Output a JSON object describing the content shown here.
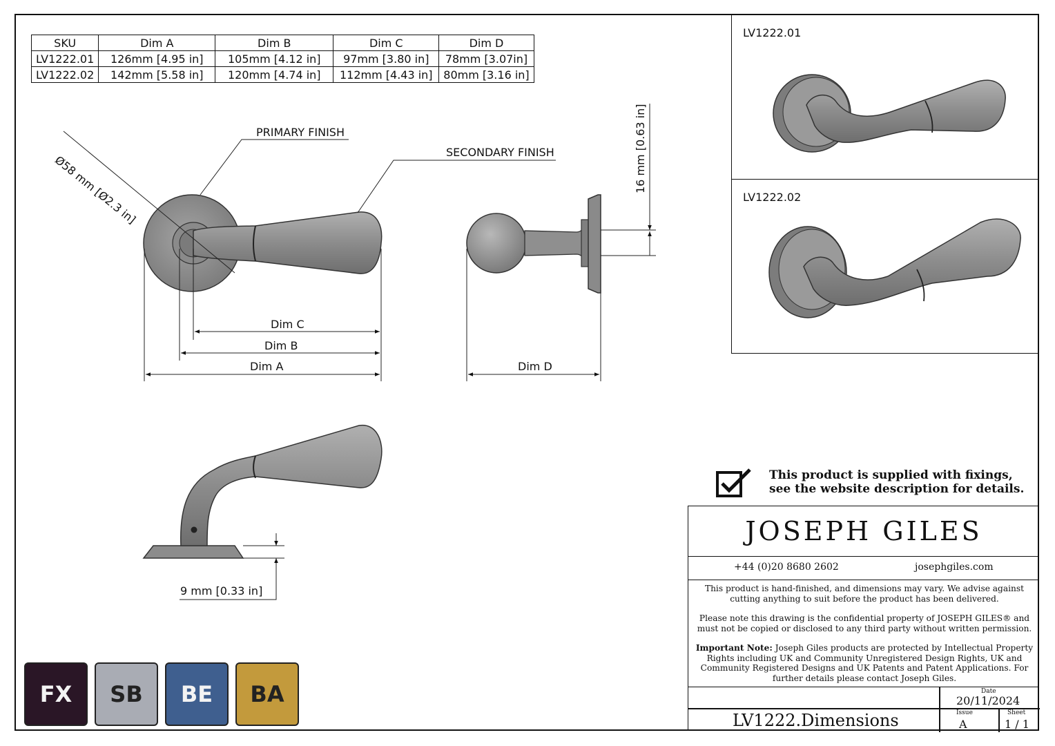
{
  "table": {
    "headers": [
      "SKU",
      "Dim A",
      "Dim B",
      "Dim C",
      "Dim D"
    ],
    "rows": [
      [
        "LV1222.01",
        "126mm [4.95 in]",
        "105mm [4.12 in]",
        "97mm [3.80 in]",
        "78mm [3.07in]"
      ],
      [
        "LV1222.02",
        "142mm [5.58 in]",
        "120mm [4.74 in]",
        "112mm [4.43 in]",
        "80mm [3.16 in]"
      ]
    ]
  },
  "labels": {
    "diameter": "Ø58 mm [Ø2.3 in]",
    "primary_finish": "PRIMARY FINISH",
    "secondary_finish": "SECONDARY FINISH",
    "dim_a": "Dim A",
    "dim_b": "Dim B",
    "dim_c": "Dim C",
    "dim_d": "Dim D",
    "rose_offset": "16 mm [0.63 in]",
    "rose_thickness": "9 mm [0.33 in]"
  },
  "previews": {
    "top_title": "LV1222.01",
    "bottom_title": "LV1222.02"
  },
  "notice": {
    "line1": "This product is supplied with fixings,",
    "line2": "see the website description for details."
  },
  "title_block": {
    "brand": "JOSEPH GILES",
    "phone": "+44 (0)20 8680 2602",
    "website": "josephgiles.com",
    "legal1": "This product is hand-finished, and dimensions may vary. We advise against cutting anything to suit before the product has been delivered.",
    "legal2": "Please note this drawing is the confidential property of JOSEPH GILES® and must not be copied or disclosed to any third party without written permission.",
    "legal3_head": "Important Note:",
    "legal3": "Joseph Giles products are protected by  Intellectual Property Rights including UK and Community Unregistered Design Rights, UK and Community Registered Designs and UK Patents and Patent Applications.  For further details please contact Joseph Giles.",
    "date_label": "Date",
    "date": "20/11/2024",
    "issue_label": "Issue",
    "issue": "A",
    "sheet_label": "Sheet",
    "sheet": "1 / 1",
    "drawing_number": "LV1222.Dimensions"
  },
  "finishes": [
    {
      "code": "FX",
      "color": "#2a1626"
    },
    {
      "code": "SB",
      "color": "#a9acb4"
    },
    {
      "code": "BE",
      "color": "#3f5f8f"
    },
    {
      "code": "BA",
      "color": "#c39a3c"
    }
  ],
  "colors": {
    "metal": "#8a8a8a",
    "metal_dark": "#5e5e5e",
    "metal_light": "#a6a6a6"
  }
}
